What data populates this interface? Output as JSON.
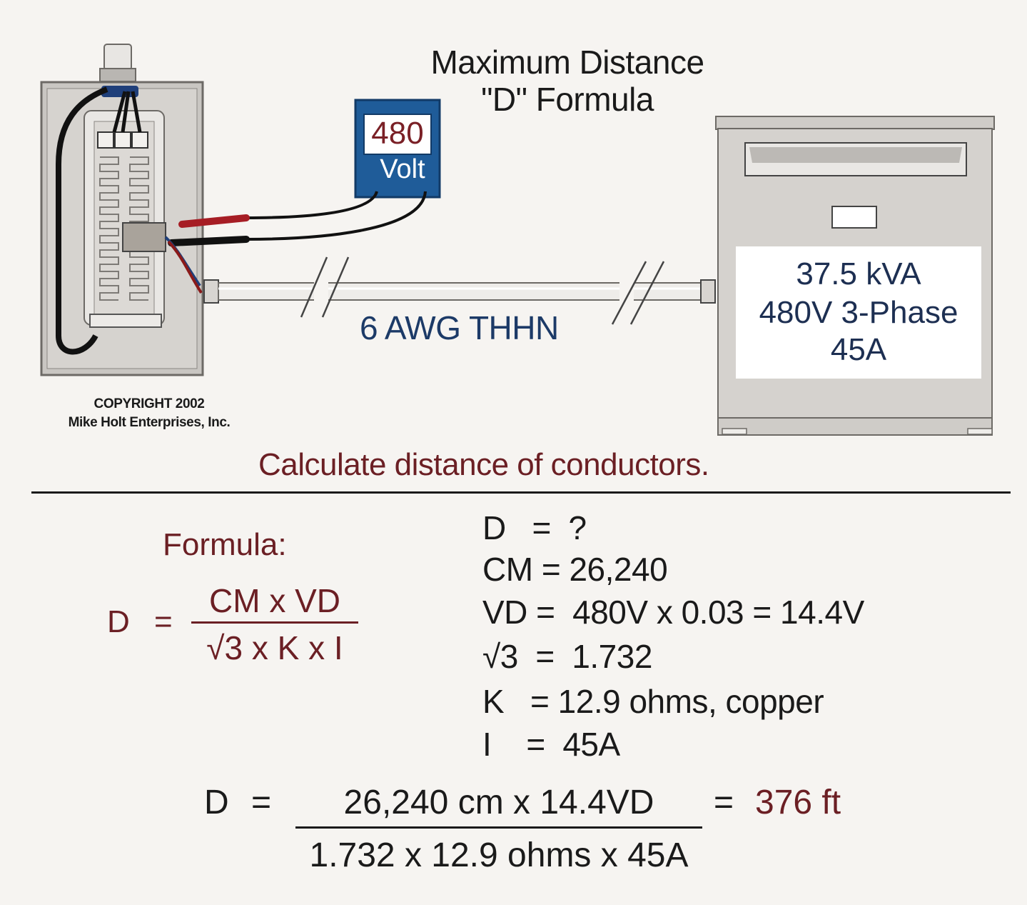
{
  "title": {
    "line1": "Maximum Distance",
    "line2": "\"D\" Formula"
  },
  "meter": {
    "value": "480",
    "unit": "Volt"
  },
  "conductor_label": "6 AWG THHN",
  "transformer": {
    "line1": "37.5 kVA",
    "line2": "480V 3-Phase",
    "line3": "45A"
  },
  "copyright": {
    "line1": "COPYRIGHT 2002",
    "line2": "Mike Holt Enterprises, Inc."
  },
  "question": "Calculate distance of conductors.",
  "formula": {
    "label": "Formula:",
    "lhs": "D",
    "equals": "=",
    "numerator": "CM x VD",
    "denominator": "√3 x K x I"
  },
  "variables": [
    "D   =  ?",
    "CM = 26,240",
    "VD =  480V x 0.03 = 14.4V",
    "√3  =  1.732",
    "K   = 12.9 ohms, copper",
    "I    =  45A"
  ],
  "result": {
    "lhs": "D",
    "equals": "=",
    "numerator": "26,240 cm x 14.4VD",
    "denominator": "1.732 x 12.9 ohms x 45A",
    "equals2": "=",
    "answer": "376 ft"
  },
  "colors": {
    "maroon": "#6b1f24",
    "navy": "#1c3a67",
    "meter_blue": "#1f5c99",
    "wire_red": "#a61d24"
  }
}
